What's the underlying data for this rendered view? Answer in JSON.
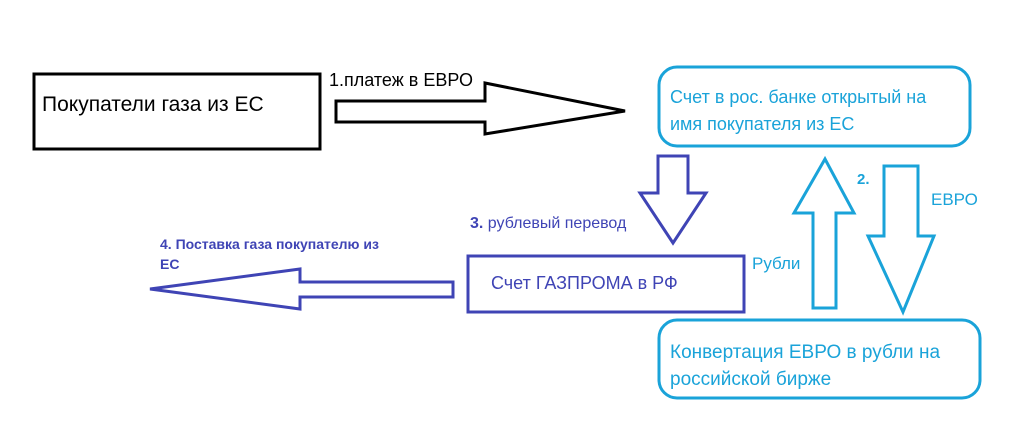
{
  "colors": {
    "black": "#000000",
    "cyan": "#1aa3d9",
    "blue": "#3f44b5",
    "background": "#ffffff"
  },
  "nodes": {
    "buyers": {
      "label": "Покупатели газа из ЕС"
    },
    "ru_account": {
      "line1": "Счет в рос. банке открытый на",
      "line2": "имя покупателя из ЕС"
    },
    "gazprom": {
      "label": "Счет ГАЗПРОМА в РФ"
    },
    "exchange": {
      "line1": "Конвертация ЕВРО в рубли на",
      "line2": "российской бирже"
    }
  },
  "edges": {
    "step1": {
      "label": "1.платеж в ЕВРО"
    },
    "step2": {
      "number": "2.",
      "euro_label": "ЕВРО",
      "rub_label": "Рубли"
    },
    "step3": {
      "number": "3.",
      "label": " рублевый перевод"
    },
    "step4": {
      "line1": "4. Поставка газа покупателю из",
      "line2": "ЕС"
    }
  }
}
